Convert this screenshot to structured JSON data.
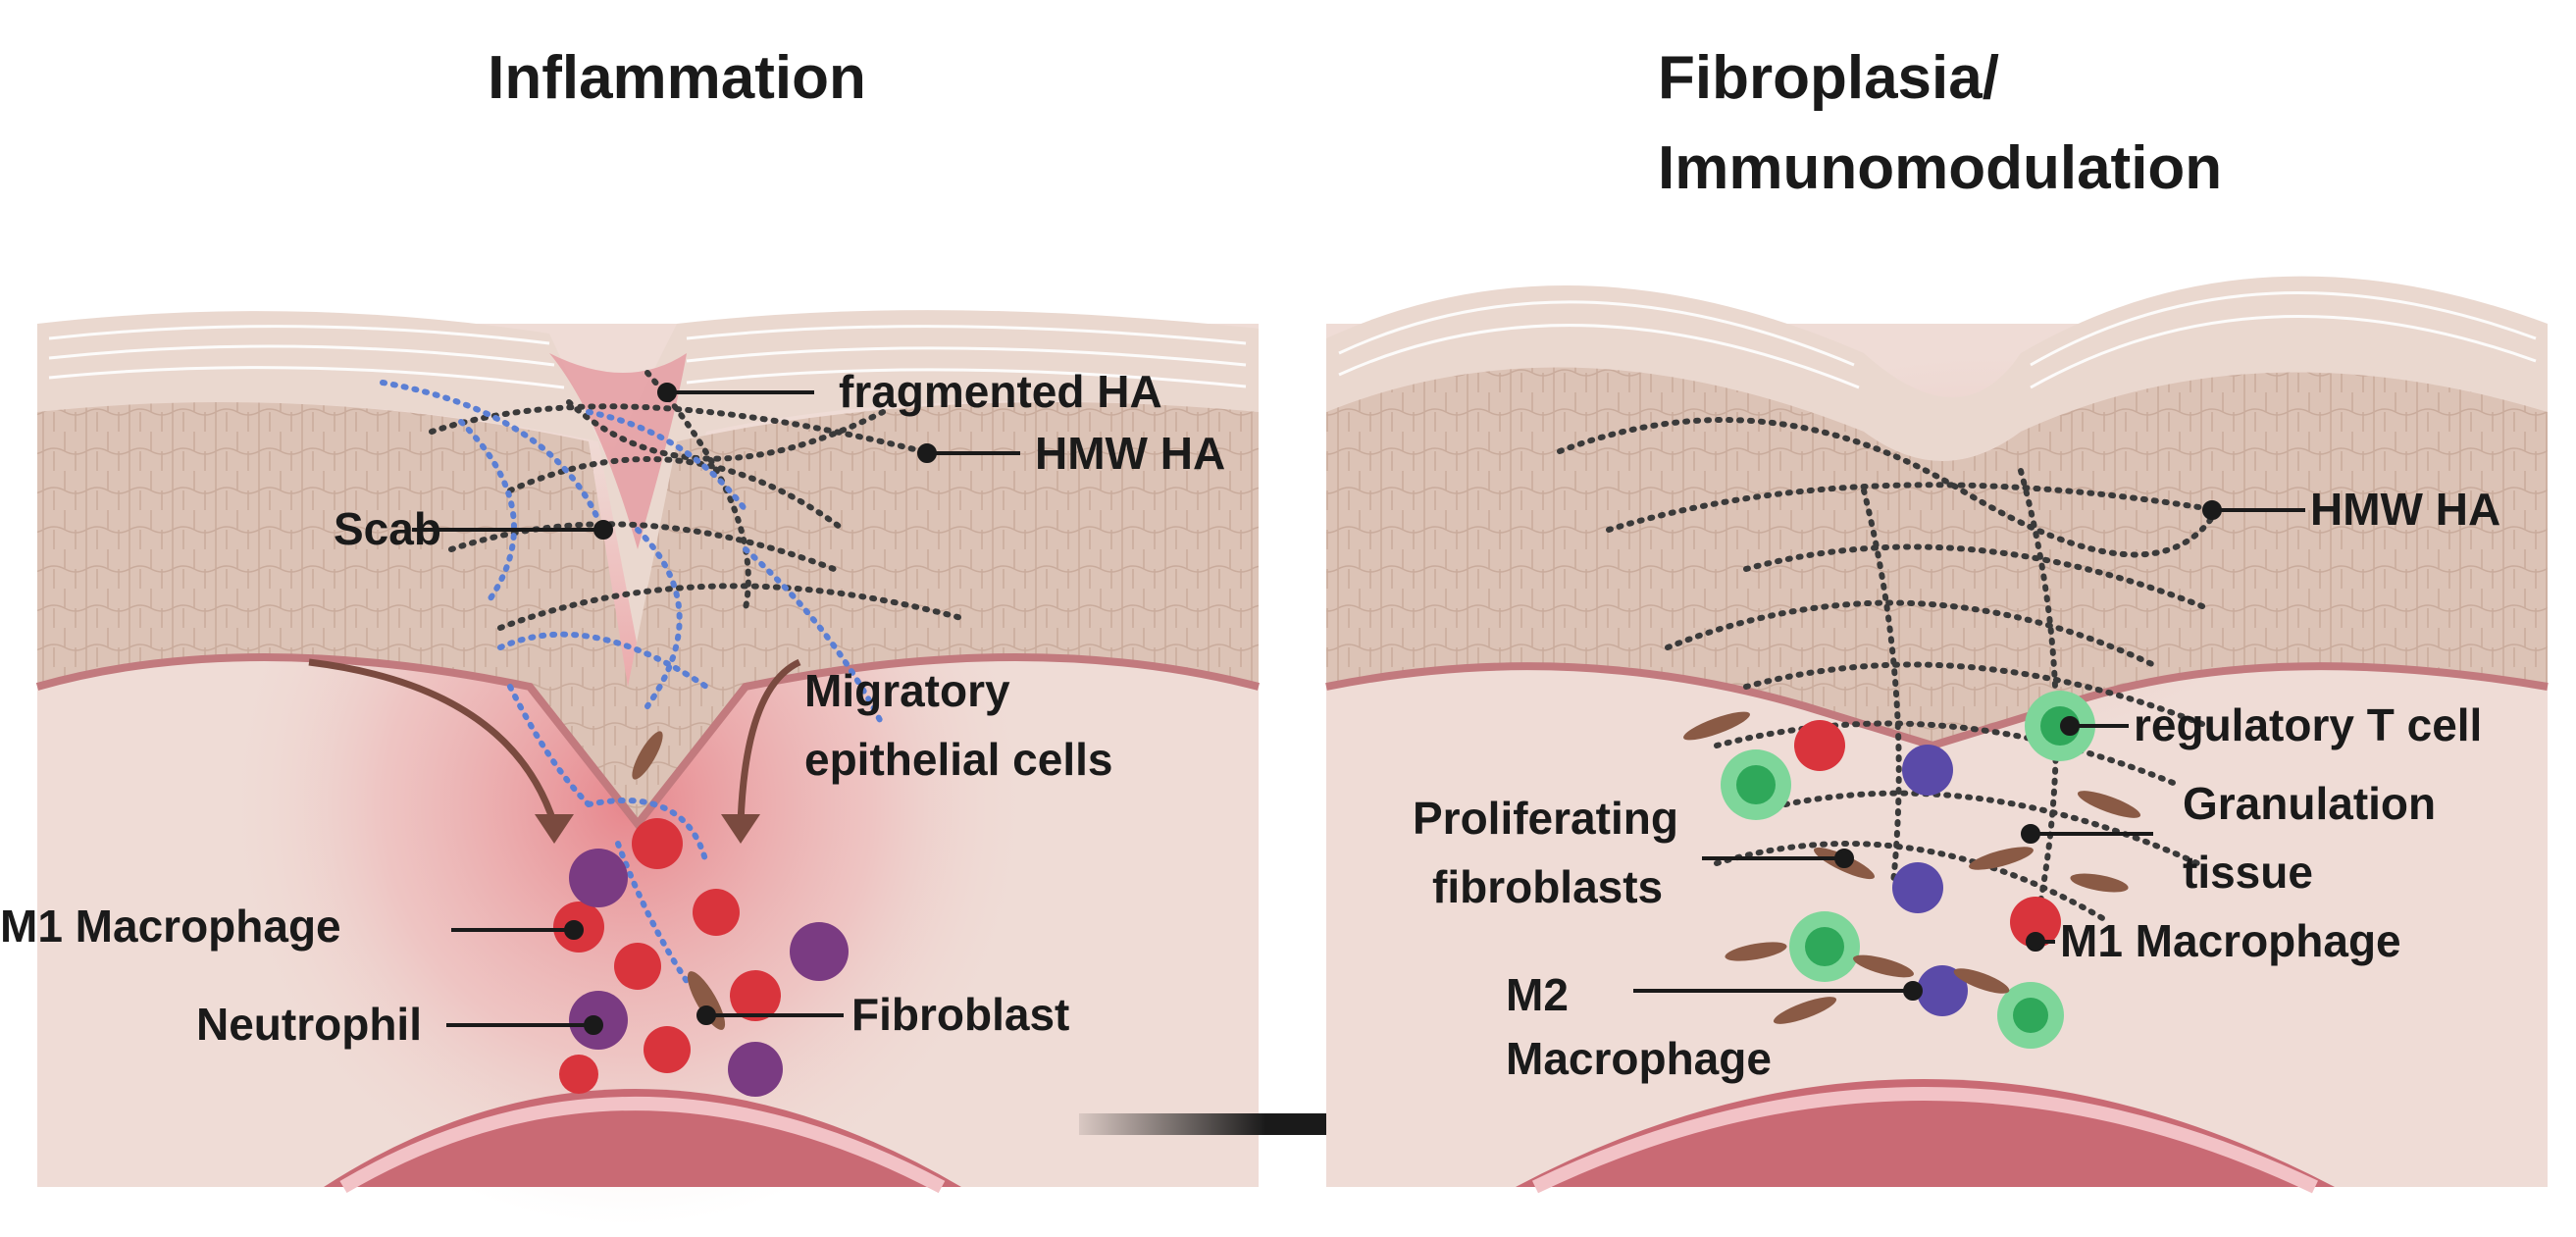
{
  "panels": {
    "left": {
      "title": "Inflammation",
      "labels": {
        "fragmented_ha": "fragmented HA",
        "hmw_ha": "HMW HA",
        "scab": "Scab",
        "migratory_1": "Migratory",
        "migratory_2": "epithelial cells",
        "m1_macrophage": "M1 Macrophage",
        "neutrophil": "Neutrophil",
        "fibroblast": "Fibroblast"
      }
    },
    "right": {
      "title_1": "Fibroplasia/",
      "title_2": "Immunomodulation",
      "labels": {
        "hmw_ha": "HMW HA",
        "regulatory_t_cell": "regulatory T cell",
        "proliferating_1": "Proliferating",
        "proliferating_2": "fibroblasts",
        "granulation_1": "Granulation",
        "granulation_2": "tissue",
        "m1_macrophage": "M1 Macrophage",
        "m2_1": "M2",
        "m2_2": "Macrophage"
      }
    }
  },
  "colors": {
    "dermis": "#efdcd6",
    "epidermis": "#dcc2b4",
    "wound_red": "#e0707a",
    "hmw_ha": "#3a3a3a",
    "fragmented_ha": "#5b7fd4",
    "m1_macrophage": "#d9343c",
    "neutrophil": "#7a3b82",
    "m2_macrophage": "#5a4aa8",
    "t_cell": "#2fa85a",
    "fibroblast": "#8a5a45",
    "vessel": "#c9636e",
    "arrow": "#1a1a1a"
  }
}
